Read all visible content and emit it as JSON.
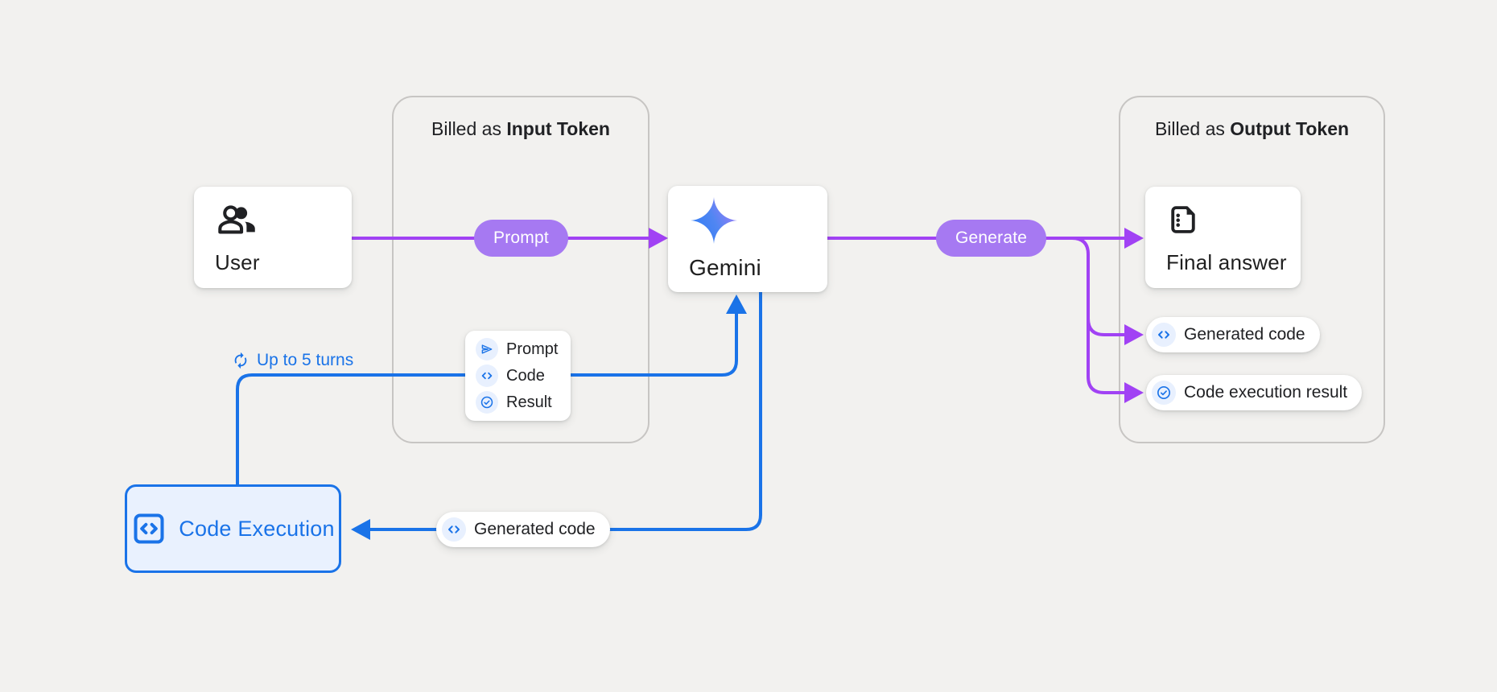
{
  "colors": {
    "background": "#f2f1ef",
    "purple_line": "#a142f4",
    "purple_pill": "#a679f2",
    "blue": "#1a73e8",
    "blue_badge_bg": "#e8f0fe",
    "code_execution_bg": "#e9f1fe",
    "card_bg": "#ffffff",
    "container_border": "#c7c5c3",
    "text_dark": "#202124"
  },
  "icons": {
    "user": "people-icon",
    "gemini": "gemini-star-icon",
    "final_answer": "document-icon",
    "code": "code-icon",
    "check": "check-circle-icon",
    "send": "send-icon",
    "refresh": "refresh-icon"
  },
  "nodes": {
    "user": {
      "label": "User"
    },
    "gemini": {
      "label": "Gemini"
    },
    "final_answer": {
      "label": "Final answer"
    },
    "code_execution": {
      "label": "Code Execution"
    }
  },
  "groups": {
    "input": {
      "prefix": "Billed as ",
      "emphasis": "Input Token"
    },
    "output": {
      "prefix": "Billed as ",
      "emphasis": "Output Token"
    }
  },
  "edges": {
    "prompt": {
      "label": "Prompt"
    },
    "generate": {
      "label": "Generate"
    }
  },
  "badges": {
    "generated_code_output": {
      "label": "Generated code"
    },
    "code_execution_result": {
      "label": "Code execution result"
    },
    "generated_code_loop": {
      "label": "Generated code"
    }
  },
  "turn_list": {
    "items": [
      {
        "icon": "send-icon",
        "label": "Prompt"
      },
      {
        "icon": "code-icon",
        "label": "Code"
      },
      {
        "icon": "check-circle-icon",
        "label": "Result"
      }
    ]
  },
  "loop": {
    "label": "Up to 5 turns",
    "icon": "refresh-icon"
  }
}
